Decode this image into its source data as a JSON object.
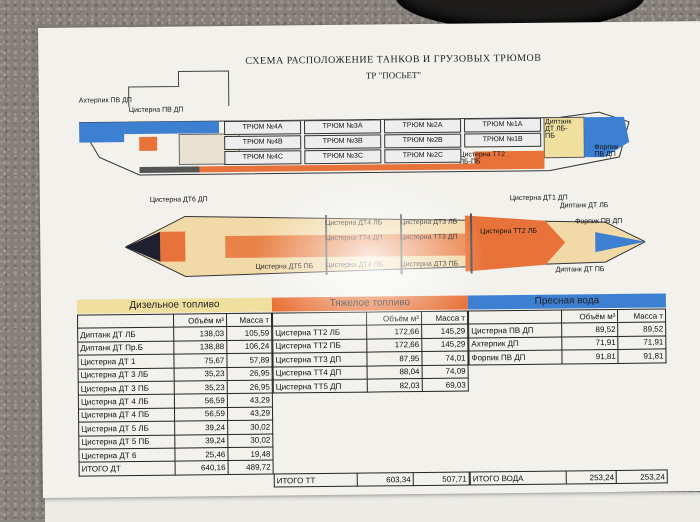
{
  "title": "СХЕМА РАСПОЛОЖЕНИЕ ТАНКОВ И ГРУЗОВЫХ ТРЮМОВ",
  "subtitle": "ТР \"ПОСЬЕТ\"",
  "side_labels": {
    "aftpeak": "Ахтерпик ПВ ДП",
    "pv_dp": "Цистерна ПВ ДП",
    "diptank": "Диптанк ДТ ЛБ-ПБ",
    "forepeak": "Форпик ПВ ДП",
    "tt2": "Цистерна ТТ2 ЛБ-ПБ"
  },
  "holds": [
    [
      "ТРЮМ №4А",
      "ТРЮМ №3А",
      "ТРЮМ №2А",
      "ТРЮМ №1А"
    ],
    [
      "ТРЮМ №4В",
      "ТРЮМ №3В",
      "ТРЮМ №2В",
      "ТРЮМ №1В"
    ],
    [
      "ТРЮМ №4С",
      "ТРЮМ №3С",
      "ТРЮМ №2С"
    ]
  ],
  "plan_labels": {
    "dt6": "Цистерна ДТ6 ДП",
    "dt1": "Цистерна ДТ1 ДП",
    "dip_lb": "Диптанк ДТ ЛБ",
    "dip_pb": "Диптанк ДТ ПБ",
    "forepeak": "Форпик ПВ ДП",
    "dt4lb": "Цистерна ДТ4 ЛБ",
    "dt3lb": "Цистерна ДТ3 ЛБ",
    "tt4": "Цистерна ТТ4 ДП",
    "tt3": "Цистерна ТТ3 ДП",
    "tt2lb": "Цистерна ТТ2 ЛБ",
    "dt5pb": "Цистерна ДТ5 ПБ",
    "dt4pb": "Цистерна ДТ4 ПБ",
    "dt3pb": "Цистерна ДТ3 ПБ"
  },
  "diesel": {
    "header": "Дизельное топливо",
    "col_vol": "Объём м³",
    "col_mass": "Масса т",
    "rows": [
      [
        "Диптанк ДТ ЛБ",
        "138,03",
        "105,59"
      ],
      [
        "Диптанк ДТ Пр.Б",
        "138,88",
        "106,24"
      ],
      [
        "Цистерна ДТ 1",
        "75,67",
        "57,89"
      ],
      [
        "Цистерна ДТ 3 ЛБ",
        "35,23",
        "26,95"
      ],
      [
        "Цистерна ДТ 3 ПБ",
        "35,23",
        "26,95"
      ],
      [
        "Цистерна ДТ 4 ЛБ",
        "56,59",
        "43,29"
      ],
      [
        "Цистерна ДТ 4 ПБ",
        "56,59",
        "43,29"
      ],
      [
        "Цистерна ДТ 5 ЛБ",
        "39,24",
        "30,02"
      ],
      [
        "Цистерна ДТ 5 ПБ",
        "39,24",
        "30,02"
      ],
      [
        "Цистерна ДТ 6",
        "25,46",
        "19,48"
      ]
    ],
    "total": [
      "ИТОГО ДТ",
      "640,16",
      "489,72"
    ]
  },
  "heavy": {
    "header": "Тяжелое топливо",
    "col_vol": "Объём м³",
    "col_mass": "Масса т",
    "rows": [
      [
        "Цистерна ТТ2 ЛБ",
        "172,66",
        "145,29"
      ],
      [
        "Цистерна ТТ2 ПБ",
        "172,66",
        "145,29"
      ],
      [
        "Цистерна ТТ3 ДП",
        "87,95",
        "74,01"
      ],
      [
        "Цистерна ТТ4 ДП",
        "88,04",
        "74,09"
      ],
      [
        "Цистерна ТТ5 ДП",
        "82,03",
        "69,03"
      ]
    ],
    "total": [
      "ИТОГО ТТ",
      "603,34",
      "507,71"
    ]
  },
  "water": {
    "header": "Пресная вода",
    "col_vol": "Объём м³",
    "col_mass": "Масса т",
    "rows": [
      [
        "Цистерна ПВ ДП",
        "89,52",
        "89,52"
      ],
      [
        "Ахтерпик ДП",
        "71,91",
        "71,91"
      ],
      [
        "Форпик ПВ ДП",
        "91,81",
        "91,81"
      ]
    ],
    "total": [
      "ИТОГО ВОДА",
      "253,24",
      "253,24"
    ]
  },
  "colors": {
    "diesel": "#f0e0a0",
    "heavy": "#e8733a",
    "water": "#3d7fd0",
    "hull": "#f2d9a8"
  }
}
